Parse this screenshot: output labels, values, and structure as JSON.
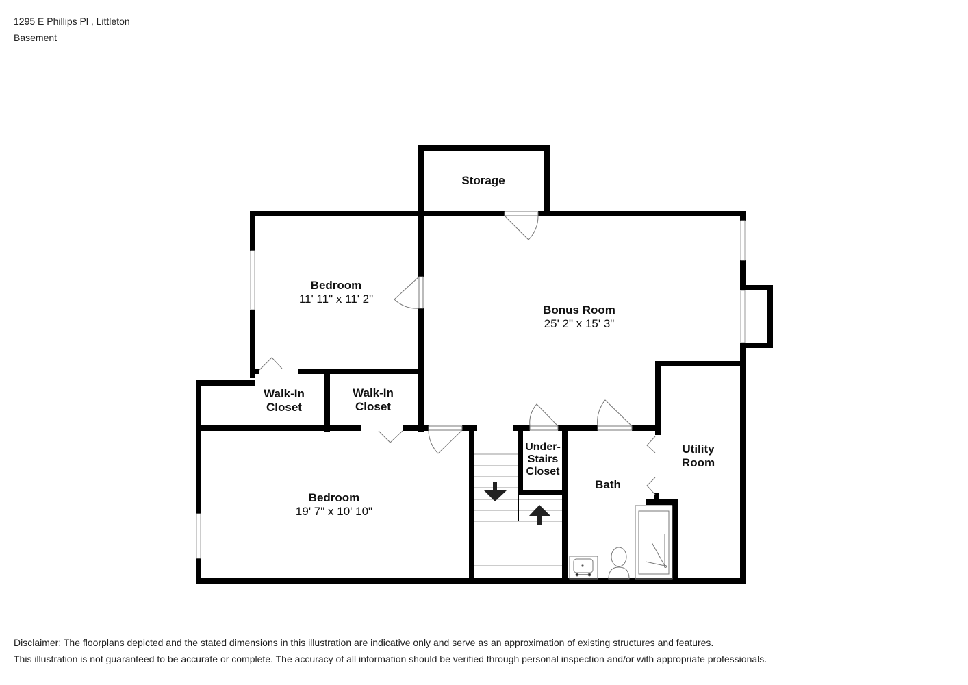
{
  "header": {
    "address": "1295 E Phillips Pl , Littleton",
    "level": "Basement"
  },
  "rooms": {
    "storage": {
      "name": "Storage"
    },
    "bedroom_upper": {
      "name": "Bedroom",
      "dims": "11' 11\" x 11' 2\""
    },
    "bonus_room": {
      "name": "Bonus Room",
      "dims": "25' 2\" x 15' 3\""
    },
    "walkin_closet_left": {
      "line1": "Walk-In",
      "line2": "Closet"
    },
    "walkin_closet_right": {
      "line1": "Walk-In",
      "line2": "Closet"
    },
    "under_stairs_closet": {
      "line1": "Under-",
      "line2": "Stairs",
      "line3": "Closet"
    },
    "bath": {
      "name": "Bath"
    },
    "utility_room": {
      "line1": "Utility",
      "line2": "Room"
    },
    "bedroom_lower": {
      "name": "Bedroom",
      "dims": "19' 7\" x 10' 10\""
    }
  },
  "icons": {
    "stairs_down": "arrow-down",
    "stairs_up": "arrow-up"
  },
  "colors": {
    "wall": "#000000",
    "fixture_line": "#666666",
    "background": "#ffffff"
  },
  "disclaimer": {
    "line1": "Disclaimer: The floorplans depicted and the stated dimensions in this illustration are indicative only and serve as an approximation of existing structures and features.",
    "line2": "This illustration is not guaranteed to be accurate or complete. The accuracy of all information should be verified through personal inspection and/or with appropriate professionals."
  }
}
